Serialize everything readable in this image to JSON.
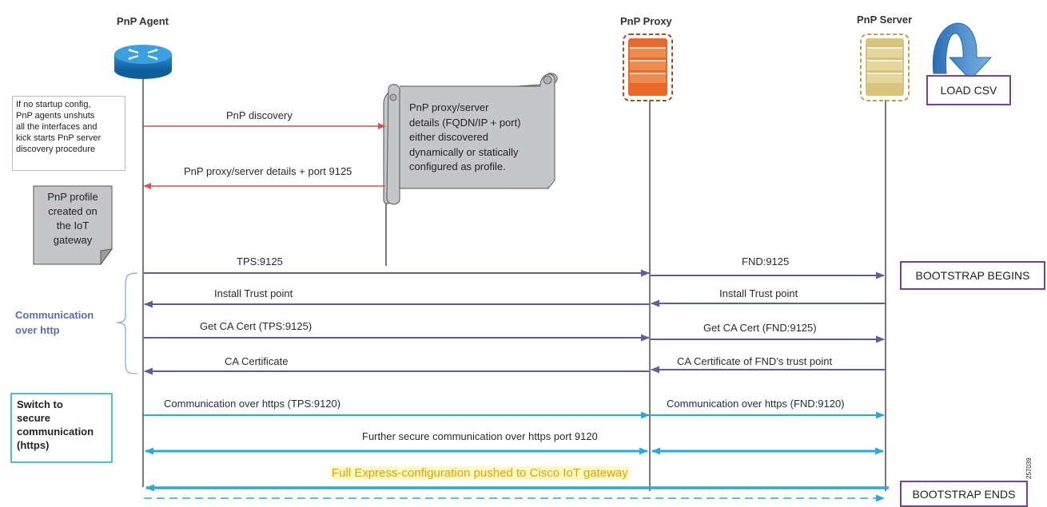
{
  "lanes": {
    "agent": "PnP Agent",
    "proxy": "PnP Proxy",
    "server": "PnP Server"
  },
  "buttons": {
    "load_csv": "LOAD CSV",
    "bootstrap_begins": "BOOTSTRAP BEGINS",
    "bootstrap_ends": "BOOTSTRAP ENDS"
  },
  "notes": {
    "startup": [
      "If no startup config,",
      "PnP agents unshuts",
      "all the interfaces and",
      "kick starts PnP server",
      "discovery procedure"
    ],
    "profile": [
      "PnP profile",
      "created on",
      "the IoT",
      "gateway"
    ],
    "scroll": [
      "PnP proxy/server",
      "details (FQDN/IP + port)",
      "either discovered",
      "dynamically or statically",
      "configured as profile."
    ]
  },
  "side_labels": {
    "http": [
      "Communication",
      "over http"
    ],
    "https": [
      "Switch to",
      "secure",
      "communication",
      "(https)"
    ]
  },
  "messages": {
    "discovery": "PnP discovery",
    "details": "PnP proxy/server details + port 9125",
    "tps9125": "TPS:9125",
    "fnd9125": "FND:9125",
    "install_trust_left": "Install Trust point",
    "install_trust_right": "Install Trust point",
    "get_ca_tps": "Get CA Cert (TPS:9125)",
    "get_ca_fnd": "Get CA Cert (FND:9125)",
    "ca_cert": "CA Certificate",
    "ca_cert_fnd": "CA Certificate of FND’s trust point",
    "https_tps": "Communication over https (TPS:9120)",
    "https_fnd": "Communication over https (FND:9120)",
    "further_secure": "Further secure communication over https port 9120",
    "full_express": "Full Express-configuration pushed to Cisco IoT gateway"
  },
  "figure_id": "257039",
  "colors": {
    "red_arrow": "#d9534f",
    "purple_arrow": "#5a5f9e",
    "blue_arrow": "#29a9e0",
    "purple_box": "#7b3f98",
    "teal_box": "#4fc1c6",
    "http_label": "#5a6fb0",
    "express_text": "#e8a000"
  }
}
